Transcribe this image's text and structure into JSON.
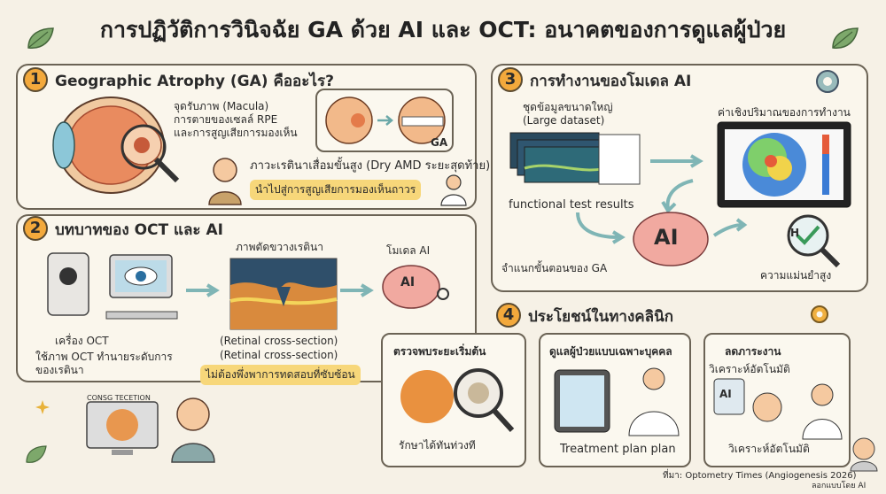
{
  "title": "การปฏิวัติการวินิจฉัย GA ด้วย AI และ OCT: อนาคตของการดูแลผู้ป่วย",
  "colors": {
    "accent": "#f3a93c",
    "highlight": "#f7d77a",
    "border": "#6b6355",
    "background": "#f6f1e6",
    "arrow": "#7fb5b5"
  },
  "sections": {
    "s1": {
      "num": "1",
      "title": "Geographic Atrophy (GA) คืออะไร?",
      "labels": [
        "จุดรับภาพ (Macula)",
        "การตายของเซลล์ RPE",
        "และการสูญเสียการมองเห็น"
      ],
      "ga_label": "GA",
      "stage": "ภาวะเรตินาเสื่อมขั้นสูง (Dry AMD ระยะสุดท้าย)",
      "result": "นำไปสู่การสูญเสียการมองเห็นถาวร"
    },
    "s2": {
      "num": "2",
      "title": "บทบาทของ OCT และ AI",
      "cross_title": "ภาพตัดขวางเรตินา",
      "ai_title": "โมเดล AI",
      "ai_brain": "AI",
      "machine": "เครื่อง OCT",
      "cross_en1": "(Retinal cross-section)",
      "cross_en2": "(Retinal cross-section)",
      "desc1": "ใช้ภาพ OCT ทำนายระดับการ",
      "desc2": "ของเรตินา",
      "tag": "ไม่ต้องพึ่งพาการทดสอบที่ซับซ้อน",
      "screen_text": "CONSG TECETION"
    },
    "s3": {
      "num": "3",
      "title": "การทำงานของโมเดล AI",
      "dataset1": "ชุดข้อมูลขนาดใหญ่",
      "dataset2": "(Large dataset)",
      "functional": "functional test results",
      "quant": "ค่าเชิงปริมาณของการทำงาน",
      "brain": "AI",
      "classify": "จำแนกขั้นตอนของ GA",
      "accuracy": "ความแม่นยำสูง",
      "check": "H"
    },
    "s4": {
      "num": "4",
      "title": "ประโยชน์ในทางคลินิก",
      "cards": [
        {
          "title": "ตรวจพบระยะเริ่มต้น",
          "caption": "รักษาได้ทันท่วงที"
        },
        {
          "title": "ดูแลผู้ป่วยแบบเฉพาะบุคคล",
          "caption": "Treatment plan plan"
        },
        {
          "title": "ลดภาระงาน",
          "caption_top": "วิเคราะห์อัตโนมัติ",
          "caption": "วิเคราะห์อัตโนมัติ",
          "badge": "AI"
        }
      ]
    }
  },
  "footer": {
    "source": "ที่มา: Optometry Times (Angiogenesis 2026)",
    "credit": "ลอกแบบโดย AI"
  }
}
